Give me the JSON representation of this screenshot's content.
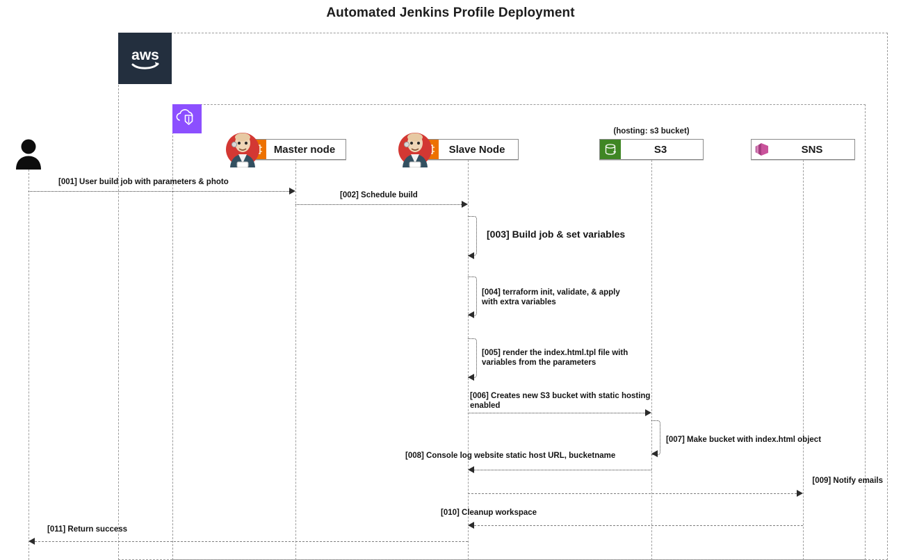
{
  "diagram": {
    "title": "Automated Jenkins Profile Deployment",
    "type": "sequence-diagram"
  },
  "boundaries": [
    {
      "name": "aws-cloud",
      "icon": "aws-logo",
      "label": "aws"
    },
    {
      "name": "vpc",
      "icon": "vpc-cloud-shield-icon",
      "label": ""
    }
  ],
  "participants": [
    {
      "id": "user",
      "label": "",
      "stereotype": "",
      "icon": "actor-person-icon"
    },
    {
      "id": "master",
      "label": "Master node",
      "stereotype": "",
      "icon": "jenkins-ec2-icon"
    },
    {
      "id": "slave",
      "label": "Slave Node",
      "stereotype": "",
      "icon": "jenkins-ec2-icon"
    },
    {
      "id": "s3",
      "label": "S3",
      "stereotype": "(hosting: s3 bucket)",
      "icon": "s3-bucket-icon"
    },
    {
      "id": "sns",
      "label": "SNS",
      "stereotype": "",
      "icon": "sns-icon"
    }
  ],
  "messages": [
    {
      "num": "[001]",
      "text": "[001] User build job with parameters & photo",
      "from": "user",
      "to": "master",
      "kind": "call",
      "direction": "right"
    },
    {
      "num": "[002]",
      "text": "[002] Schedule build",
      "from": "master",
      "to": "slave",
      "kind": "call",
      "direction": "right"
    },
    {
      "num": "[003]",
      "text": "[003] Build job & set variables",
      "from": "slave",
      "to": "slave",
      "kind": "self",
      "direction": "self"
    },
    {
      "num": "[004]",
      "text": "[004] terraform init, validate, & apply\nwith extra variables",
      "from": "slave",
      "to": "slave",
      "kind": "self",
      "direction": "self"
    },
    {
      "num": "[005]",
      "text": "[005] render the index.html.tpl file with\nvariables from the parameters",
      "from": "slave",
      "to": "slave",
      "kind": "self",
      "direction": "self"
    },
    {
      "num": "[006]",
      "text": "[006] Creates new S3 bucket with static hosting\nenabled",
      "from": "slave",
      "to": "s3",
      "kind": "call",
      "direction": "right"
    },
    {
      "num": "[007]",
      "text": "[007] Make bucket with index.html object",
      "from": "s3",
      "to": "s3",
      "kind": "self",
      "direction": "self"
    },
    {
      "num": "[008]",
      "text": "[008] Console log website static host URL, bucketname",
      "from": "s3",
      "to": "slave",
      "kind": "return",
      "direction": "left"
    },
    {
      "num": "[009]",
      "text": "[009] Notify emails",
      "from": "slave",
      "to": "sns",
      "kind": "call",
      "direction": "right"
    },
    {
      "num": "[010]",
      "text": "[010] Cleanup workspace",
      "from": "sns",
      "to": "slave",
      "kind": "return",
      "direction": "left"
    },
    {
      "num": "[011]",
      "text": "[011] Return success",
      "from": "slave",
      "to": "user",
      "kind": "return",
      "direction": "left"
    }
  ],
  "colors": {
    "aws_navy": "#232F3E",
    "vpc_purple": "#8C4FFF",
    "ec2_orange": "#ED7100",
    "s3_green": "#3F8624",
    "sns_pink": "#C9539B",
    "line_gray": "#9a9a9a",
    "text_dark": "#1a1a1a"
  }
}
